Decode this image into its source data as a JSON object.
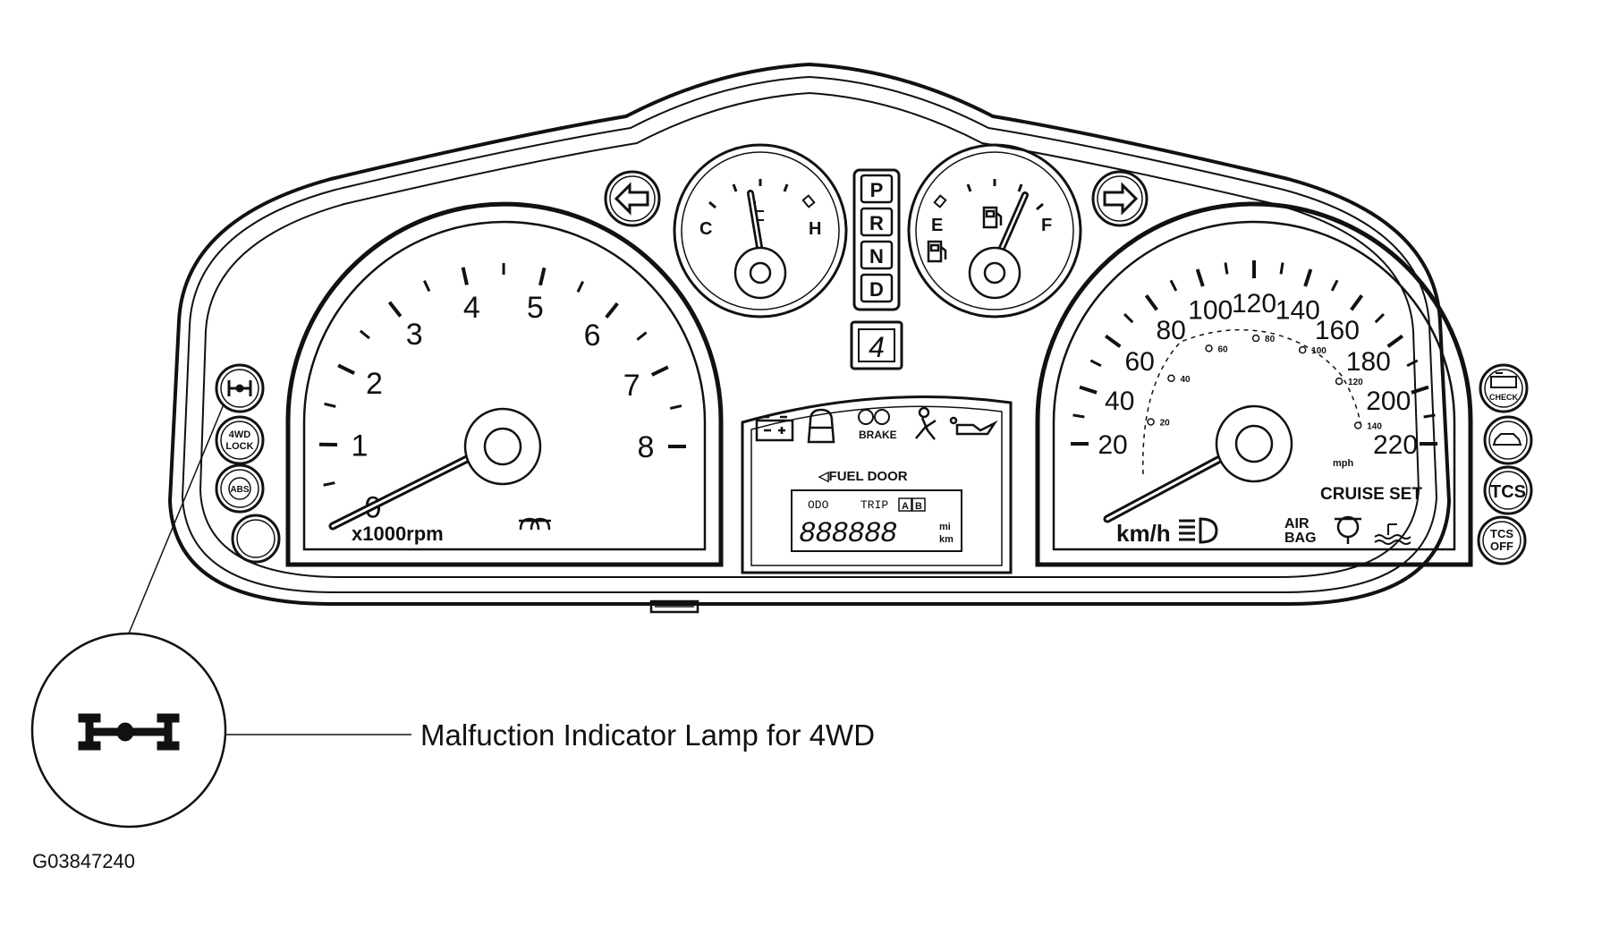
{
  "figure_id": "G03847240",
  "callout_label": "Malfuction Indicator Lamp for 4WD",
  "tachometer": {
    "ticks": [
      "0",
      "1",
      "2",
      "3",
      "4",
      "5",
      "6",
      "7",
      "8"
    ],
    "unit_label": "x1000rpm"
  },
  "speedometer": {
    "kmh_ticks": [
      "20",
      "40",
      "60",
      "80",
      "100",
      "120",
      "140",
      "160",
      "180",
      "200",
      "220"
    ],
    "mph_ticks": [
      "20",
      "40",
      "60",
      "80",
      "100",
      "120",
      "140"
    ],
    "kmh_unit": "km/h",
    "mph_unit": "mph"
  },
  "temp_gauge": {
    "low": "C",
    "high": "H"
  },
  "fuel_gauge": {
    "low": "E",
    "high": "F"
  },
  "gear_selector": [
    "P",
    "R",
    "N",
    "D"
  ],
  "gear_display": "4",
  "display": {
    "brake_label": "BRAKE",
    "fuel_door": "◁FUEL DOOR",
    "odo": "ODO",
    "trip": "TRIP",
    "trip_a": "A",
    "trip_b": "B",
    "odometer_digits": "888888",
    "unit_mi": "mi",
    "unit_km": "km"
  },
  "indicators_right": {
    "cruise": "CRUISE",
    "set": "SET",
    "airbag_1": "AIR",
    "airbag_2": "BAG",
    "check": "CHECK",
    "tcs": "TCS",
    "tcs_off_1": "TCS",
    "tcs_off_2": "OFF"
  },
  "indicators_left": {
    "lock_1": "4WD",
    "lock_2": "LOCK",
    "abs": "ABS"
  }
}
